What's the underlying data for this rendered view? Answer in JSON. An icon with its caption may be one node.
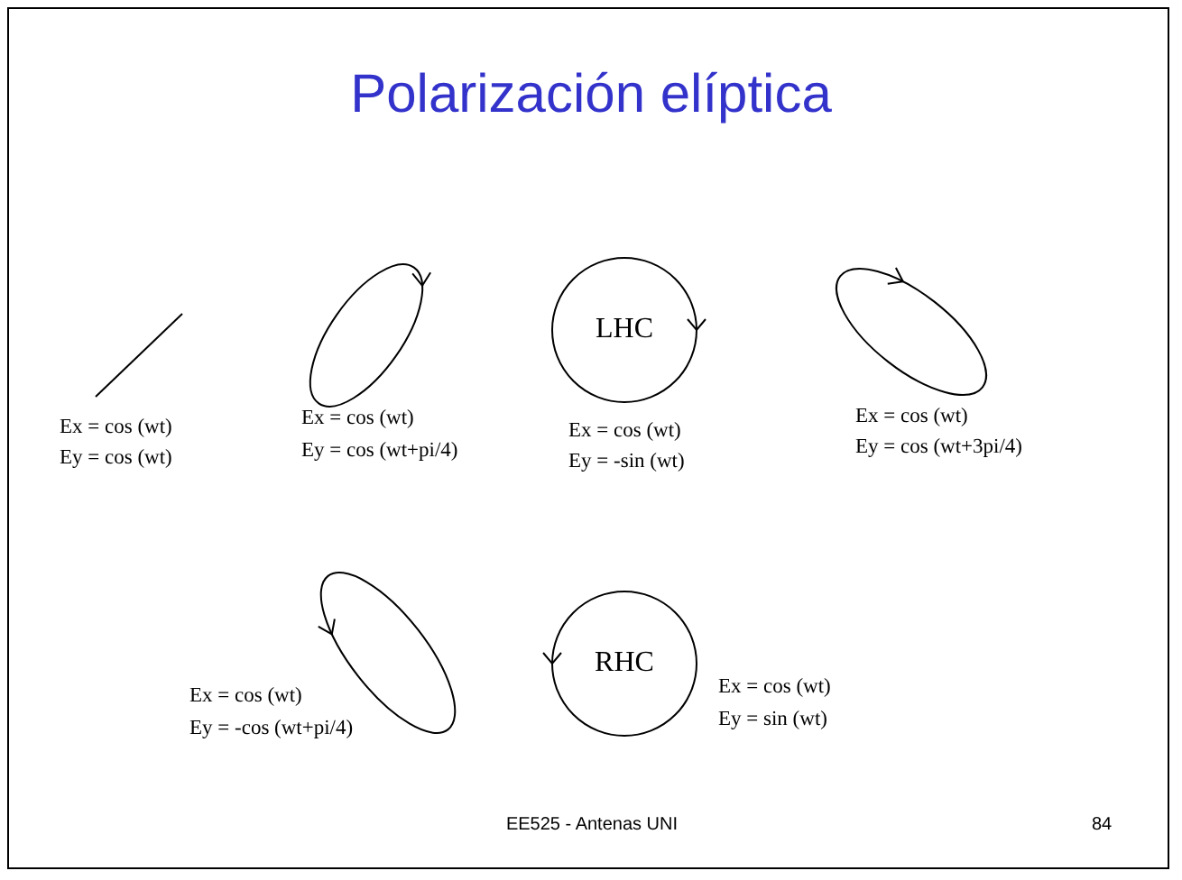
{
  "diagram": {
    "title": "Polarización elíptica",
    "nodes": [
      {
        "text": [
          "LHC"
        ]
      },
      {
        "text": [
          "RHC"
        ]
      }
    ],
    "labels": [
      "Ex = cos (wt)",
      "Ey = cos (wt)",
      "Ex = cos (wt)",
      "Ey = cos (wt+pi/4)",
      "Ex = cos (wt)",
      "Ey = -sin (wt)",
      "Ex = cos (wt)",
      "Ey = cos (wt+3pi/4)",
      "Ex = cos (wt)",
      "Ey = -cos (wt+pi/4)",
      "Ex = cos (wt)",
      "Ey = sin (wt)",
      "EE525 - Antenas UNI",
      "84"
    ]
  }
}
